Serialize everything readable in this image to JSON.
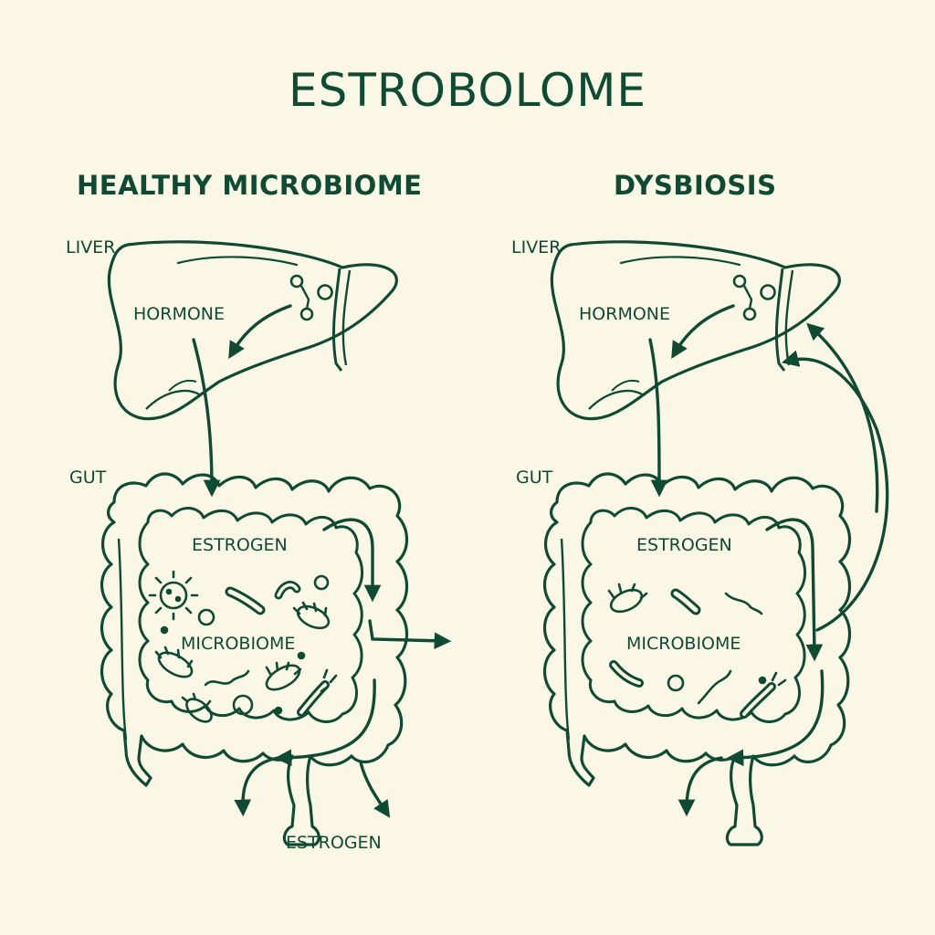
{
  "title": "ESTROBOLOME",
  "colors": {
    "background": "#fbf7e6",
    "ink": "#0f4a32"
  },
  "panels": [
    {
      "heading": "HEALTHY MICROBIOME",
      "liver_label": "LIVER",
      "hormone_label": "HORMONE",
      "gut_label": "GUT",
      "estrogen_label": "ESTROGEN",
      "microbiome_label": "MICROBIOME",
      "output_label": "ESTROGEN"
    },
    {
      "heading": "DYSBIOSIS",
      "liver_label": "LIVER",
      "hormone_label": "HORMONE",
      "gut_label": "GUT",
      "estrogen_label": "ESTROGEN",
      "microbiome_label": "MICROBIOME"
    }
  ]
}
